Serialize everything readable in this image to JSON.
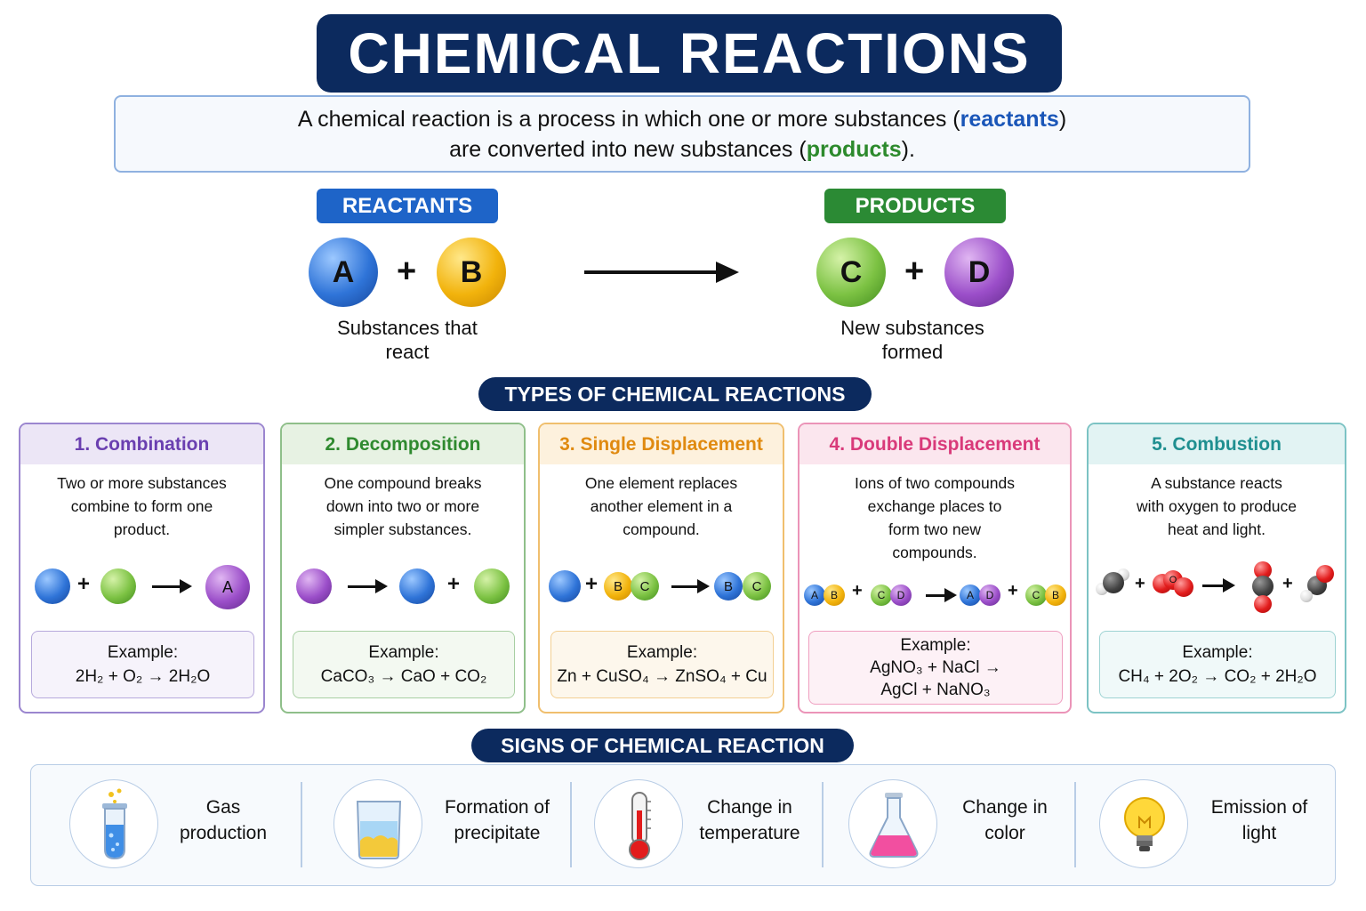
{
  "title": "CHEMICAL REACTIONS",
  "definition": {
    "line1_pre": "A chemical reaction is a process in which one or more substances (",
    "line1_hl": "reactants",
    "line1_post": ")",
    "line2_pre": "are converted into new substances (",
    "line2_hl": "products",
    "line2_post": ")."
  },
  "overview": {
    "reactants_label": "REACTANTS",
    "products_label": "PRODUCTS",
    "reactant_a": "A",
    "reactant_b": "B",
    "product_c": "C",
    "product_d": "D",
    "plus": "+",
    "reactants_caption_1": "Substances that",
    "reactants_caption_2": "react",
    "products_caption_1": "New substances",
    "products_caption_2": "formed"
  },
  "types_heading": "TYPES OF CHEMICAL REACTIONS",
  "types": [
    {
      "title": "1. Combination",
      "desc": [
        "Two or more substances",
        "combine to form one",
        "product."
      ],
      "example_label": "Example:",
      "equation": "2H₂ + O₂ → 2H₂O",
      "color": "#6a3fb0"
    },
    {
      "title": "2. Decomposition",
      "desc": [
        "One compound breaks",
        "down into two or more",
        "simpler substances."
      ],
      "example_label": "Example:",
      "equation": "CaCO₃ → CaO + CO₂",
      "color": "#2f8a2f"
    },
    {
      "title": "3. Single Displacement",
      "desc": [
        "One element replaces",
        "another element in a",
        "compound."
      ],
      "example_label": "Example:",
      "equation": "Zn + CuSO₄ → ZnSO₄ + Cu",
      "color": "#e08a10"
    },
    {
      "title": "4. Double Displacement",
      "desc": [
        "Ions of two compounds",
        "exchange places to",
        "form two new",
        "compounds."
      ],
      "example_label": "Example:",
      "equation_line1": "AgNO₃ + NaCl →",
      "equation_line2": "AgCl + NaNO₃",
      "color": "#d93a7a"
    },
    {
      "title": "5. Combustion",
      "desc": [
        "A substance reacts",
        "with oxygen to produce",
        "heat and light."
      ],
      "example_label": "Example:",
      "equation": "CH₄ + 2O₂ → CO₂ + 2H₂O",
      "color": "#1f8f90"
    }
  ],
  "diagram_letters": {
    "combination_product": "A",
    "sd_b": "B",
    "sd_c": "C",
    "dd_a": "A",
    "dd_b": "B",
    "dd_c": "C",
    "dd_d": "D",
    "combustion_o": "O"
  },
  "signs_heading": "SIGNS OF CHEMICAL REACTION",
  "signs": [
    {
      "line1": "Gas",
      "line2": "production",
      "icon": "test-tube-icon"
    },
    {
      "line1": "Formation of",
      "line2": "precipitate",
      "icon": "beaker-icon"
    },
    {
      "line1": "Change in",
      "line2": "temperature",
      "icon": "thermometer-icon"
    },
    {
      "line1": "Change in",
      "line2": "color",
      "icon": "flask-icon"
    },
    {
      "line1": "Emission of",
      "line2": "light",
      "icon": "light-bulb-icon"
    }
  ]
}
